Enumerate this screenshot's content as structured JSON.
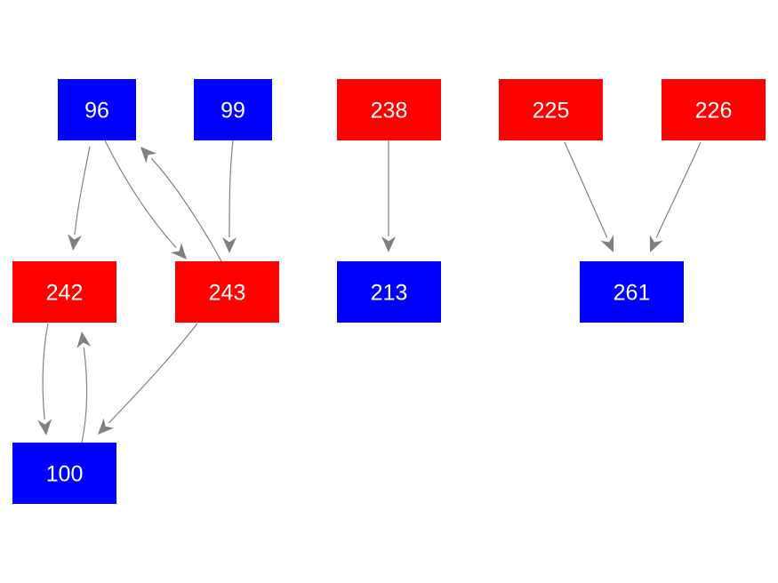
{
  "colors": {
    "red_node": "#ff0000",
    "blue_node": "#0000ff",
    "edge": "#808080",
    "label": "#ffffff",
    "background": "#ffffff"
  },
  "nodes": [
    {
      "id": "96",
      "label": "96",
      "color": "blue"
    },
    {
      "id": "99",
      "label": "99",
      "color": "blue"
    },
    {
      "id": "238",
      "label": "238",
      "color": "red"
    },
    {
      "id": "225",
      "label": "225",
      "color": "red"
    },
    {
      "id": "226",
      "label": "226",
      "color": "red"
    },
    {
      "id": "242",
      "label": "242",
      "color": "red"
    },
    {
      "id": "243",
      "label": "243",
      "color": "red"
    },
    {
      "id": "213",
      "label": "213",
      "color": "blue"
    },
    {
      "id": "261",
      "label": "261",
      "color": "blue"
    },
    {
      "id": "100",
      "label": "100",
      "color": "blue"
    }
  ],
  "edges": [
    {
      "from": "96",
      "to": "242"
    },
    {
      "from": "96",
      "to": "243"
    },
    {
      "from": "243",
      "to": "96"
    },
    {
      "from": "99",
      "to": "243"
    },
    {
      "from": "238",
      "to": "213"
    },
    {
      "from": "225",
      "to": "261"
    },
    {
      "from": "226",
      "to": "261"
    },
    {
      "from": "242",
      "to": "100"
    },
    {
      "from": "100",
      "to": "242"
    },
    {
      "from": "243",
      "to": "100"
    }
  ]
}
